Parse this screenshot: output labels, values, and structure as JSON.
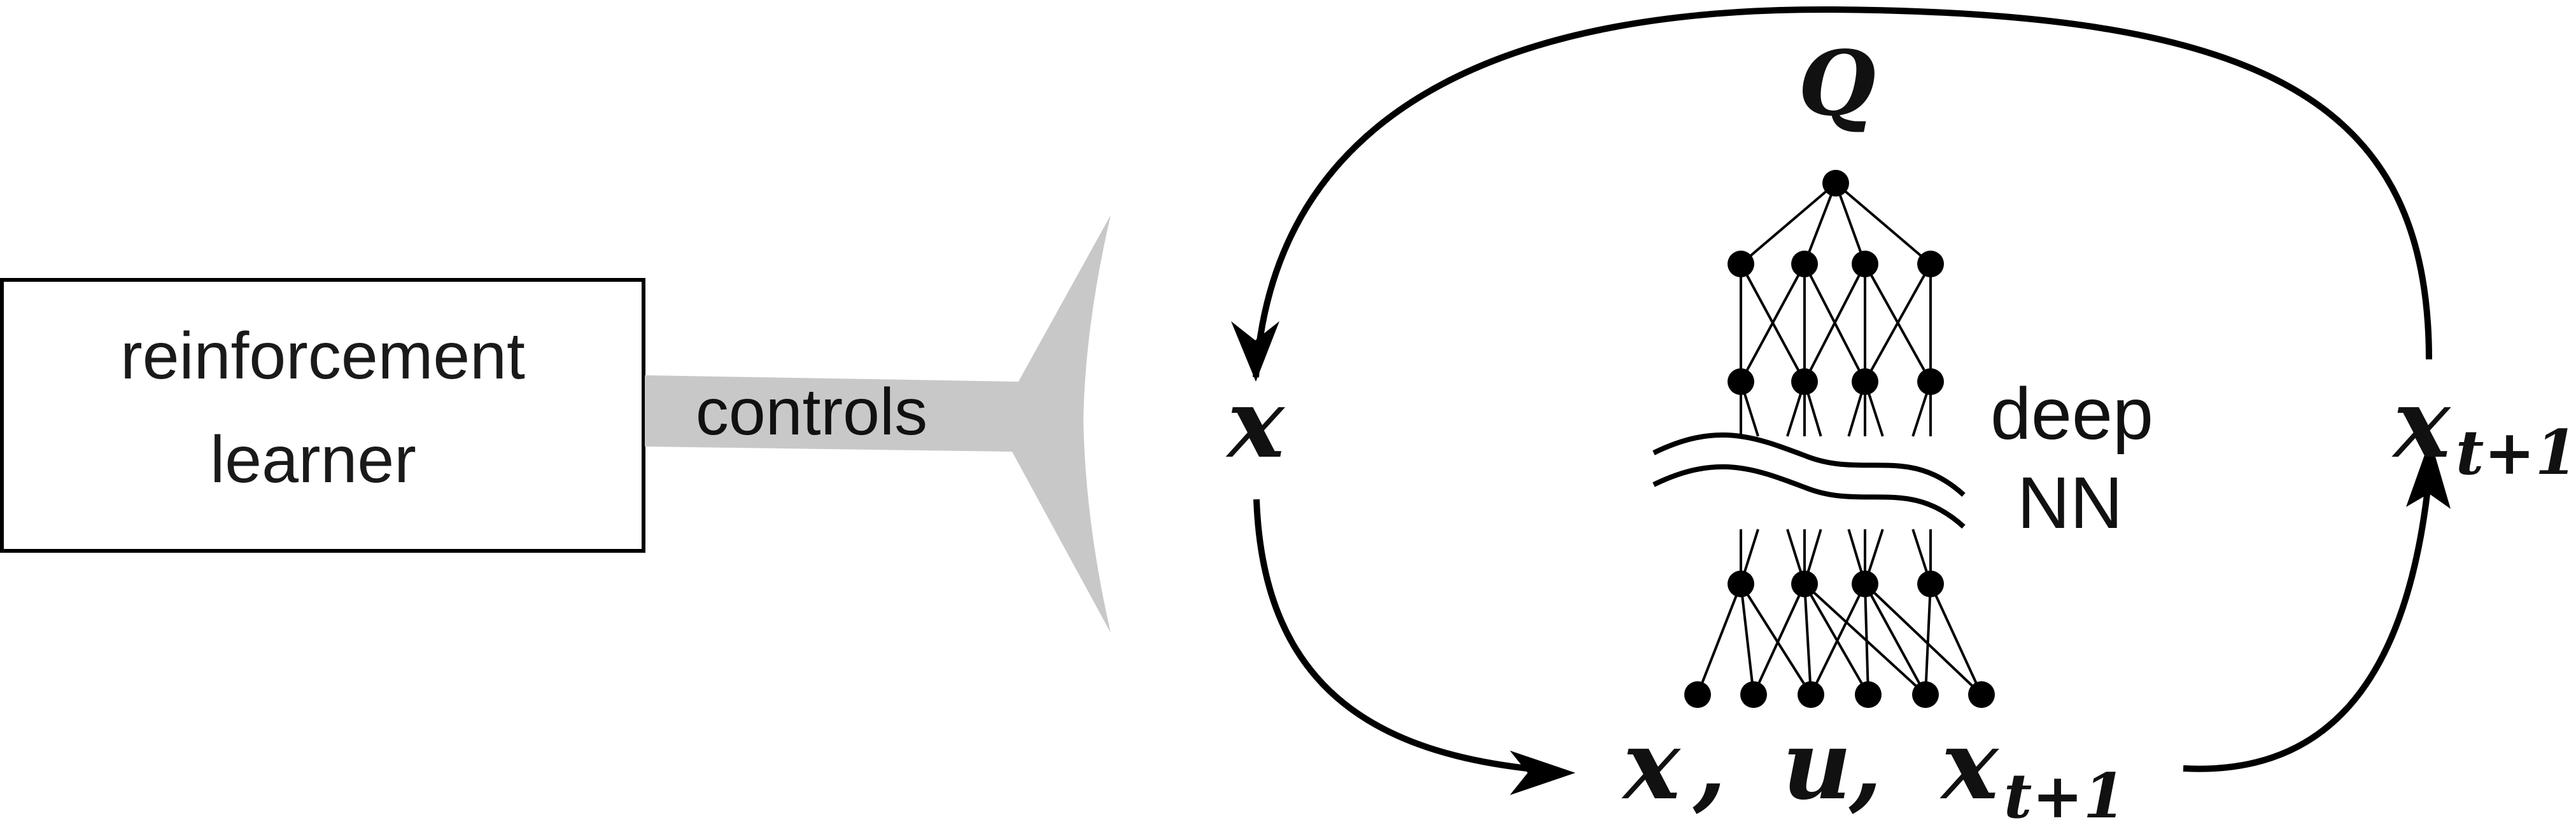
{
  "learner_box": {
    "line1": "reinforcement",
    "line2": "learner"
  },
  "controls_label": "controls",
  "network": {
    "output_label": "Q",
    "name_line1": "deep",
    "name_line2": "NN"
  },
  "state_in": {
    "base": "x"
  },
  "state_next": {
    "base": "x",
    "sub": "t+1"
  },
  "sample_tuple": {
    "x": "x",
    "comma1": ",",
    "u": "u",
    "comma2": ",",
    "x_next": "x",
    "x_next_sub": "t+1"
  },
  "colors": {
    "stroke": "#000000",
    "control_beam": "#c8c8c8",
    "text": "#111111"
  }
}
